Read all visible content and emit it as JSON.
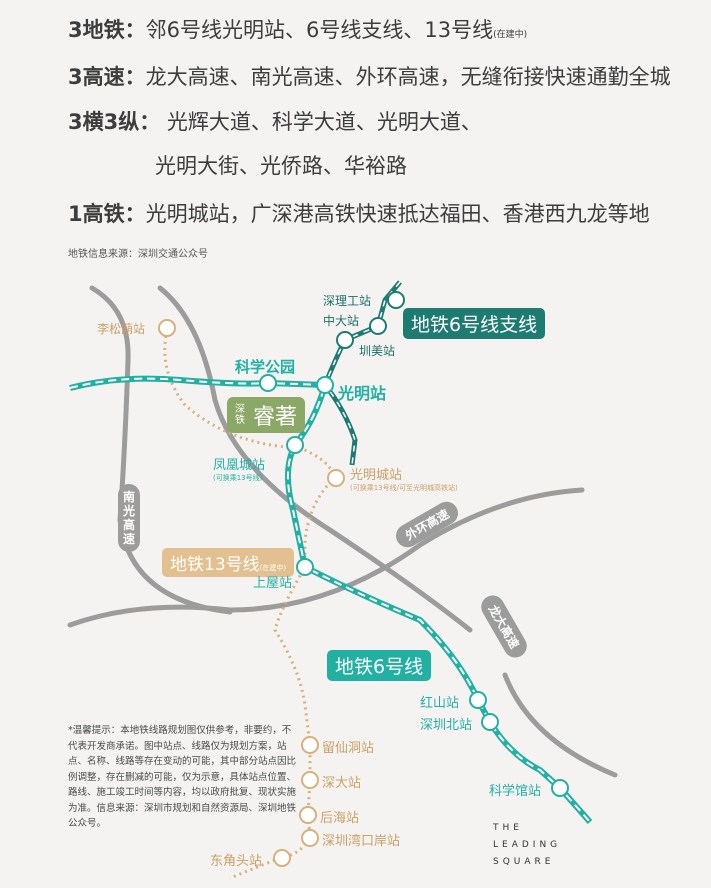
{
  "highlights": [
    {
      "key": "3地铁：",
      "text": "邻6号线光明站、6号线支线、13号线",
      "note": "(在建中)"
    },
    {
      "key": "3高速：",
      "text": "龙大高速、南光高速、外环高速，无缝衔接快速通勤全城"
    },
    {
      "key": "3横3纵：",
      "text": "光辉大道、科学大道、光明大道、",
      "text2": "光明大街、光侨路、华裕路"
    },
    {
      "key": "1高铁：",
      "text": "光明城站，广深港高铁快速抵达福田、香港西九龙等地"
    }
  ],
  "source": "地铁信息来源：深圳交通公众号",
  "lines": {
    "line6": {
      "label": "地铁6号线",
      "color": "#22b0a3"
    },
    "line6_branch": {
      "label": "地铁6号线支线",
      "color": "#1d7b72"
    },
    "line13": {
      "label": "地铁13号线",
      "note": "(在建中)",
      "color": "#d8b07a"
    }
  },
  "stations": {
    "shenligong": "深理工站",
    "zhongda": "中大站",
    "zhenmei": "圳美站",
    "kexuegongyuan": "科学公园",
    "guangming": "光明站",
    "lisonglang": "李松蓢站",
    "fenghuangcheng": "凤凰城站",
    "fenghuangcheng_note": "(可换乘13号线)",
    "guangmingcheng": "光明城站",
    "guangmingcheng_note": "(可换乘13号线/可至光明城高铁站)",
    "shangwu": "上屋站",
    "hongshan": "红山站",
    "shenzhenbei": "深圳北站",
    "kexueguan": "科学馆站",
    "liuxiandong": "留仙洞站",
    "shenda": "深大站",
    "houhai": "后海站",
    "shenzhenwan": "深圳湾口岸站",
    "dongjiaotou": "东角头站"
  },
  "roads": {
    "nanguang": "南光高速",
    "waihuan": "外环高速",
    "longda": "龙大高速"
  },
  "project": {
    "prefix": "深铁",
    "name": "睿著"
  },
  "disclaimer": "*温馨提示：本地铁线路规划图仅供参考，非要约，不代表开发商承诺。图中站点、线路仅为规划方案，站点、名称、线路等存在变动的可能，其中部分站点因比例调整，存在删减的可能，仅为示意，具体站点位置、路线、施工竣工时间等内容，均以政府批复、现状实施为准。信息来源：深圳市规划和自然资源局、深圳地铁公众号。",
  "brand": [
    "THE",
    "LEADING",
    "SQUARE"
  ]
}
